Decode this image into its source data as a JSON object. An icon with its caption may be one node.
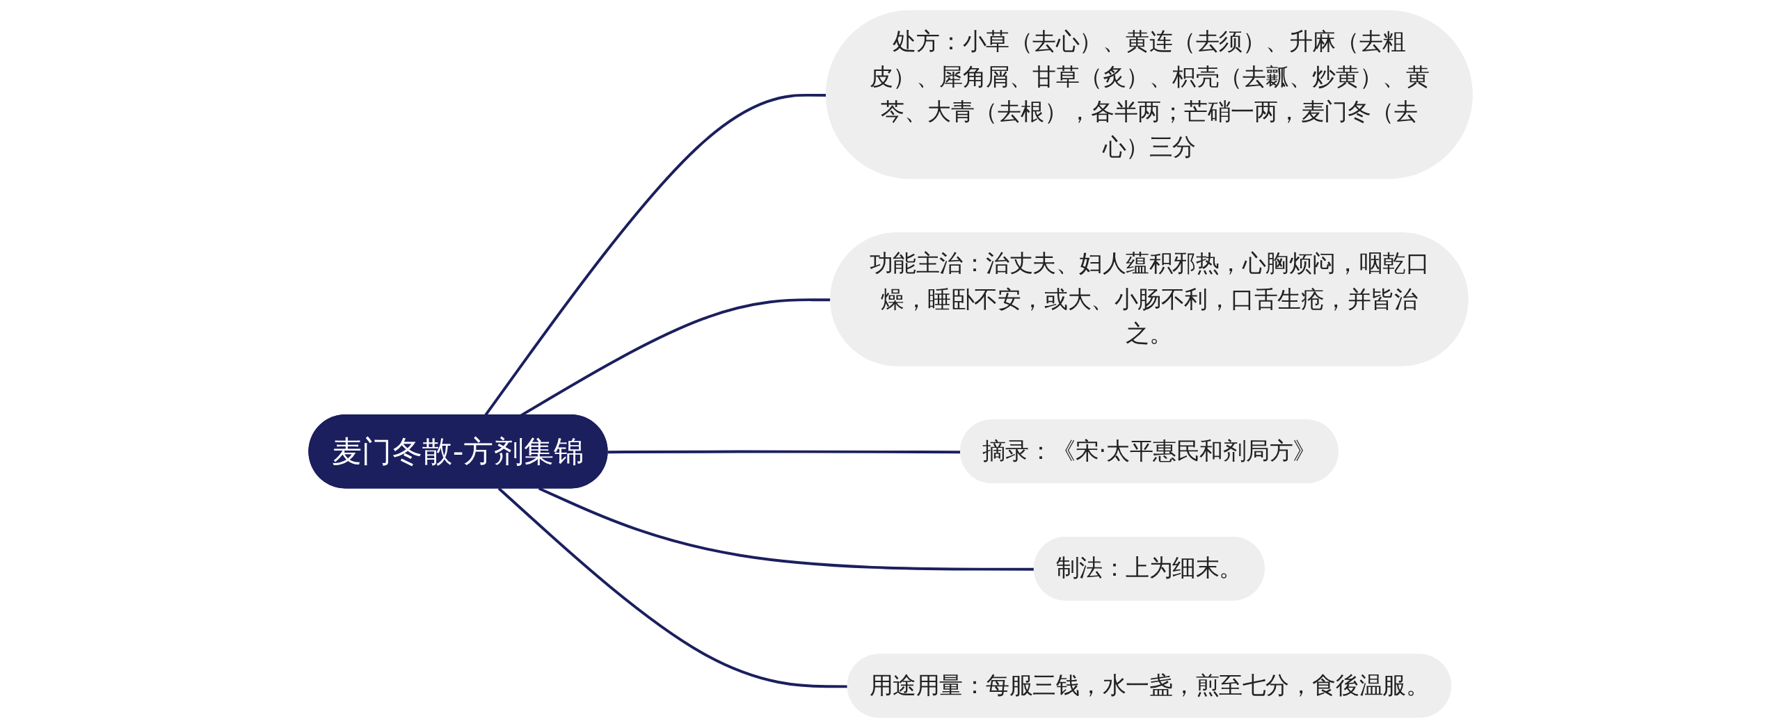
{
  "diagram": {
    "nodes": [
      {
        "text": [
          "麦门冬散-方剂集锦"
        ]
      },
      {
        "text": [
          "处方：小草（去心）、黄连（去须）、升麻（去粗皮）、犀角屑、甘草（炙）、枳壳（去瓤、炒黄）、黄芩、大青（去根），各半两；芒硝一两，麦门冬（去心）三分"
        ]
      },
      {
        "text": [
          "功能主治：治丈夫、妇人蕴积邪热，心胸烦闷，咽乾口燥，睡卧不安，或大、小肠不利，口舌生疮，并皆治之。"
        ]
      },
      {
        "text": [
          "摘录：《宋·太平惠民和剂局方》"
        ]
      },
      {
        "text": [
          "制法：上为细末。"
        ]
      },
      {
        "text": [
          "用途用量：每服三钱，水一盏，煎至七分，食後温服。"
        ]
      }
    ],
    "edges": [
      {
        "from": 0,
        "to": 1,
        "arrow": "none"
      },
      {
        "from": 0,
        "to": 2,
        "arrow": "none"
      },
      {
        "from": 0,
        "to": 3,
        "arrow": "none"
      },
      {
        "from": 0,
        "to": 4,
        "arrow": "none"
      },
      {
        "from": 0,
        "to": 5,
        "arrow": "none"
      }
    ]
  }
}
